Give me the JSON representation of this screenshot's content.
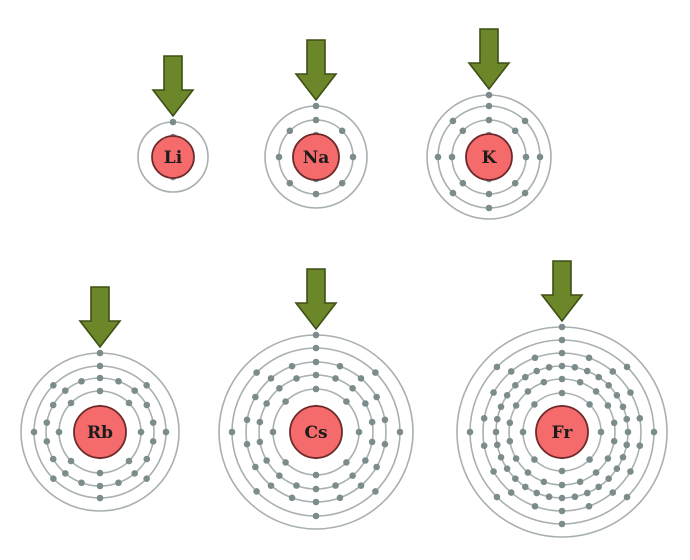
{
  "diagram": {
    "colors": {
      "shell": "#a9b0b0",
      "electron": "#7c8b8b",
      "nucleus_fill": "#f56a6a",
      "nucleus_stroke": "#6e2a2a",
      "label": "#1c1c1c",
      "arrow_fill": "#6b8729",
      "arrow_stroke": "#3e4f15"
    },
    "atoms": [
      {
        "symbol": "Li",
        "electrons_per_shell": [
          2,
          1
        ]
      },
      {
        "symbol": "Na",
        "electrons_per_shell": [
          2,
          8,
          1
        ]
      },
      {
        "symbol": "K",
        "electrons_per_shell": [
          2,
          8,
          8,
          1
        ]
      },
      {
        "symbol": "Rb",
        "electrons_per_shell": [
          2,
          8,
          18,
          8,
          1
        ]
      },
      {
        "symbol": "Cs",
        "electrons_per_shell": [
          2,
          8,
          18,
          18,
          8,
          1
        ]
      },
      {
        "symbol": "Fr",
        "electrons_per_shell": [
          2,
          8,
          18,
          32,
          18,
          8,
          1
        ]
      }
    ]
  }
}
